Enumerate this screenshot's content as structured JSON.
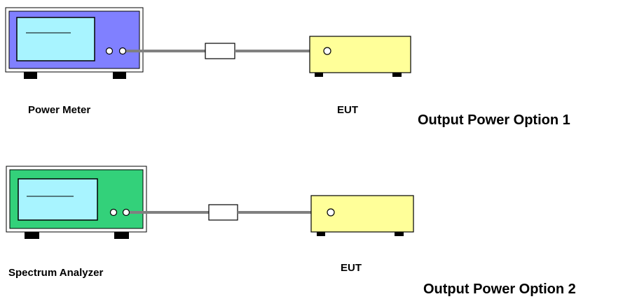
{
  "setups": [
    {
      "instrument": {
        "label": "Power Meter",
        "icon": "power-meter-icon",
        "body_color": "#8080ff"
      },
      "eut": {
        "label": "EUT",
        "icon": "eut-box-icon",
        "body_color": "#ffff99"
      },
      "caption": "Output Power Option 1"
    },
    {
      "instrument": {
        "label": "Spectrum Analyzer",
        "icon": "spectrum-analyzer-icon",
        "body_color": "#33d17a"
      },
      "eut": {
        "label": "EUT",
        "icon": "eut-box-icon",
        "body_color": "#ffff99"
      },
      "caption": "Output Power Option 2"
    }
  ],
  "colors": {
    "screen": "#a8f4ff",
    "cable": "#808080",
    "outline": "#000000",
    "feet": "#000000",
    "attenuator": "#ffffff"
  }
}
